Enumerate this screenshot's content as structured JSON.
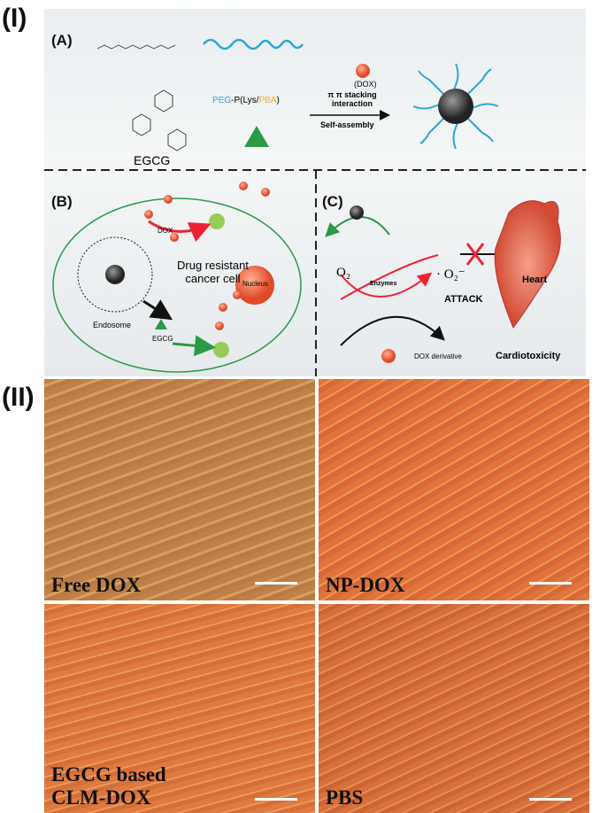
{
  "part_labels": {
    "I": "(I)",
    "II": "(II)"
  },
  "panel_A": {
    "label": "(A)",
    "polymer": {
      "peg": "PEG",
      "dash": "-P(Lys/",
      "pba": "PBA",
      "close": ")"
    },
    "egcg": "EGCG",
    "dox": "(DOX)",
    "arrow_top_1": "π π stacking",
    "arrow_top_2": "interaction",
    "arrow_bottom": "Self-assembly"
  },
  "panel_B": {
    "label": "(B)",
    "dox": "DOX",
    "cell": "Drug resistant",
    "cell2": "cancer cell",
    "nucleus": "Nucleus",
    "endosome": "Endosome",
    "egcg": "EGCG"
  },
  "panel_C": {
    "label": "(C)",
    "o2": "O₂",
    "superoxide": "· O₂⁻",
    "enzymes": "Enzymes",
    "attack": "ATTACK",
    "heart": "Heart",
    "dox_derivative": "DOX derivative",
    "cardiotoxicity": "Cardiotoxicity"
  },
  "micrographs": [
    {
      "label": "Free DOX",
      "color": "#c98a4a"
    },
    {
      "label": "NP-DOX",
      "color": "#e0743a"
    },
    {
      "label": "EGCG based\nCLM-DOX",
      "color": "#df7a40"
    },
    {
      "label": "PBS",
      "color": "#d8703c"
    }
  ],
  "colors": {
    "peg": "#29a8d8",
    "pba": "#f0b020",
    "dox": "#e8503a",
    "egcg": "#2a9a45"
  }
}
